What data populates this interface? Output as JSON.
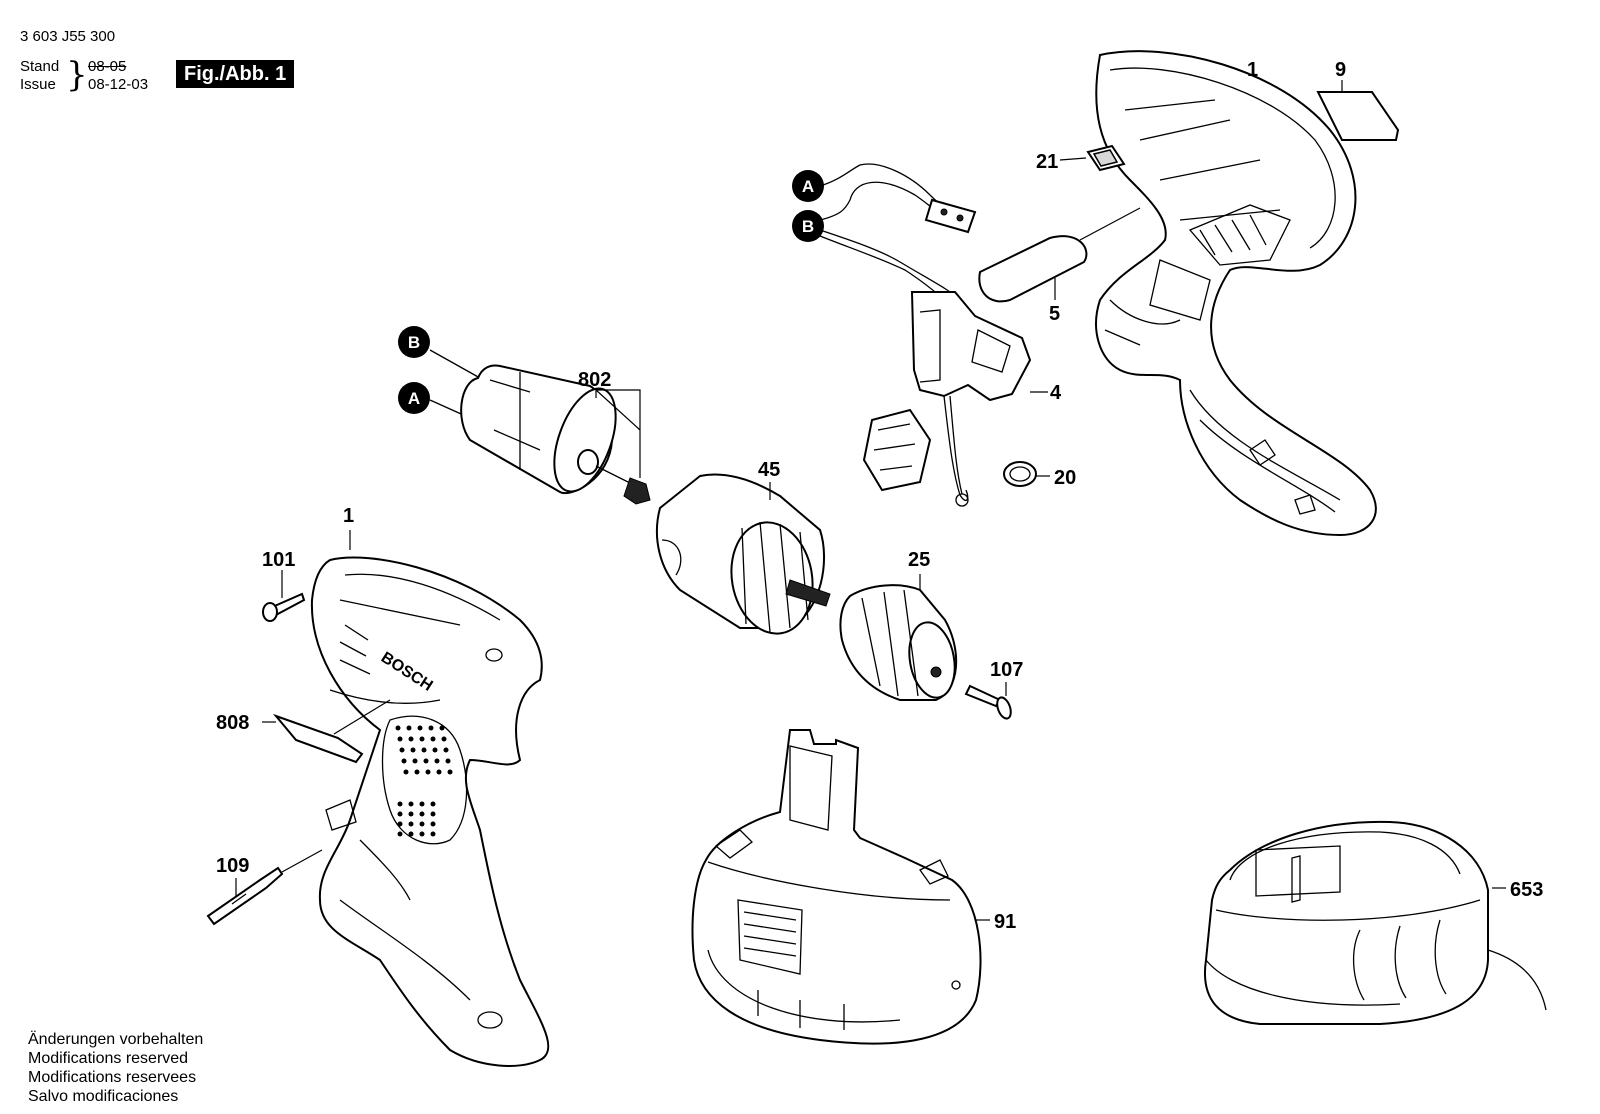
{
  "header": {
    "part_number": "3 603 J55 300",
    "stand_label": "Stand",
    "issue_label": "Issue",
    "old_date": "08-05",
    "new_date": "08-12-03",
    "figure_label": "Fig./Abb. 1"
  },
  "callouts": {
    "p1_top": "1",
    "p9": "9",
    "p21": "21",
    "p5": "5",
    "p4": "4",
    "p20": "20",
    "p802": "802",
    "p45": "45",
    "p25": "25",
    "p107": "107",
    "p1_left": "1",
    "p101": "101",
    "p808": "808",
    "p109": "109",
    "p91": "91",
    "p653": "653"
  },
  "connectors": {
    "a_top": "A",
    "b_top": "B",
    "b_motor": "B",
    "a_motor": "A"
  },
  "brand_text": "BOSCH",
  "footer": {
    "line1": "Änderungen vorbehalten",
    "line2": "Modifications reserved",
    "line3": "Modifications reservees",
    "line4": "Salvo modificaciones"
  }
}
